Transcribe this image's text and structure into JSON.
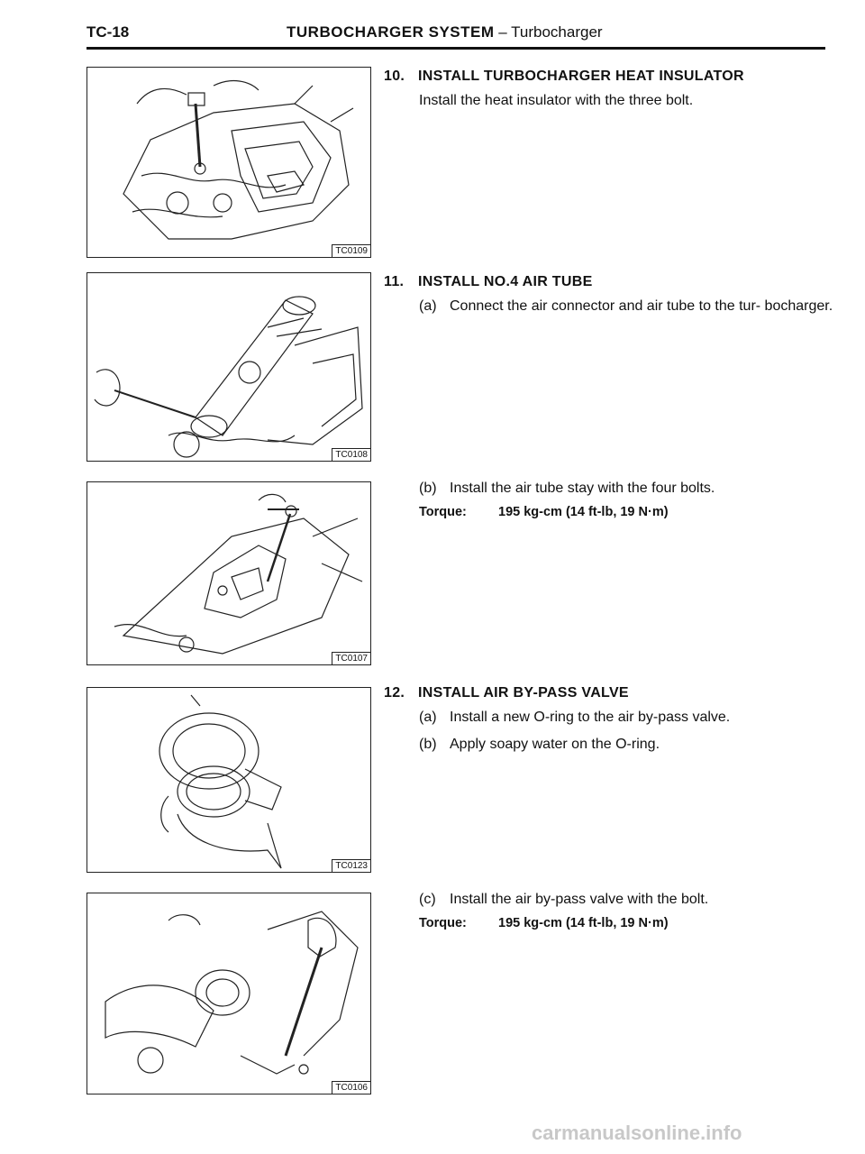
{
  "header": {
    "page_code": "TC-18",
    "section": "TURBOCHARGER SYSTEM",
    "separator": "–",
    "subsection": "Turbocharger"
  },
  "figures": [
    {
      "code": "TC0109"
    },
    {
      "code": "TC0108"
    },
    {
      "code": "TC0107"
    },
    {
      "code": "TC0123"
    },
    {
      "code": "TC0106"
    }
  ],
  "steps": {
    "s10": {
      "number": "10.",
      "title": "INSTALL TURBOCHARGER HEAT INSULATOR",
      "text": "Install the heat insulator with the three bolt."
    },
    "s11": {
      "number": "11.",
      "title": "INSTALL NO.4 AIR TUBE",
      "a_label": "(a)",
      "a_text": "Connect the air connector and air tube to the tur- bocharger.",
      "b_label": "(b)",
      "b_text": "Install the air tube stay with the four bolts.",
      "torque_label": "Torque:",
      "torque_value": "195 kg-cm (14 ft-lb, 19 N·m)"
    },
    "s12": {
      "number": "12.",
      "title": "INSTALL AIR BY-PASS VALVE",
      "a_label": "(a)",
      "a_text": "Install a new O-ring to the air by-pass valve.",
      "b_label": "(b)",
      "b_text": "Apply soapy water on the O-ring.",
      "c_label": "(c)",
      "c_text": "Install the air by-pass valve with the bolt.",
      "torque_label": "Torque:",
      "torque_value": "195 kg-cm (14 ft-lb, 19 N·m)"
    }
  },
  "footer": {
    "watermark": "carmanualsonline.info"
  }
}
